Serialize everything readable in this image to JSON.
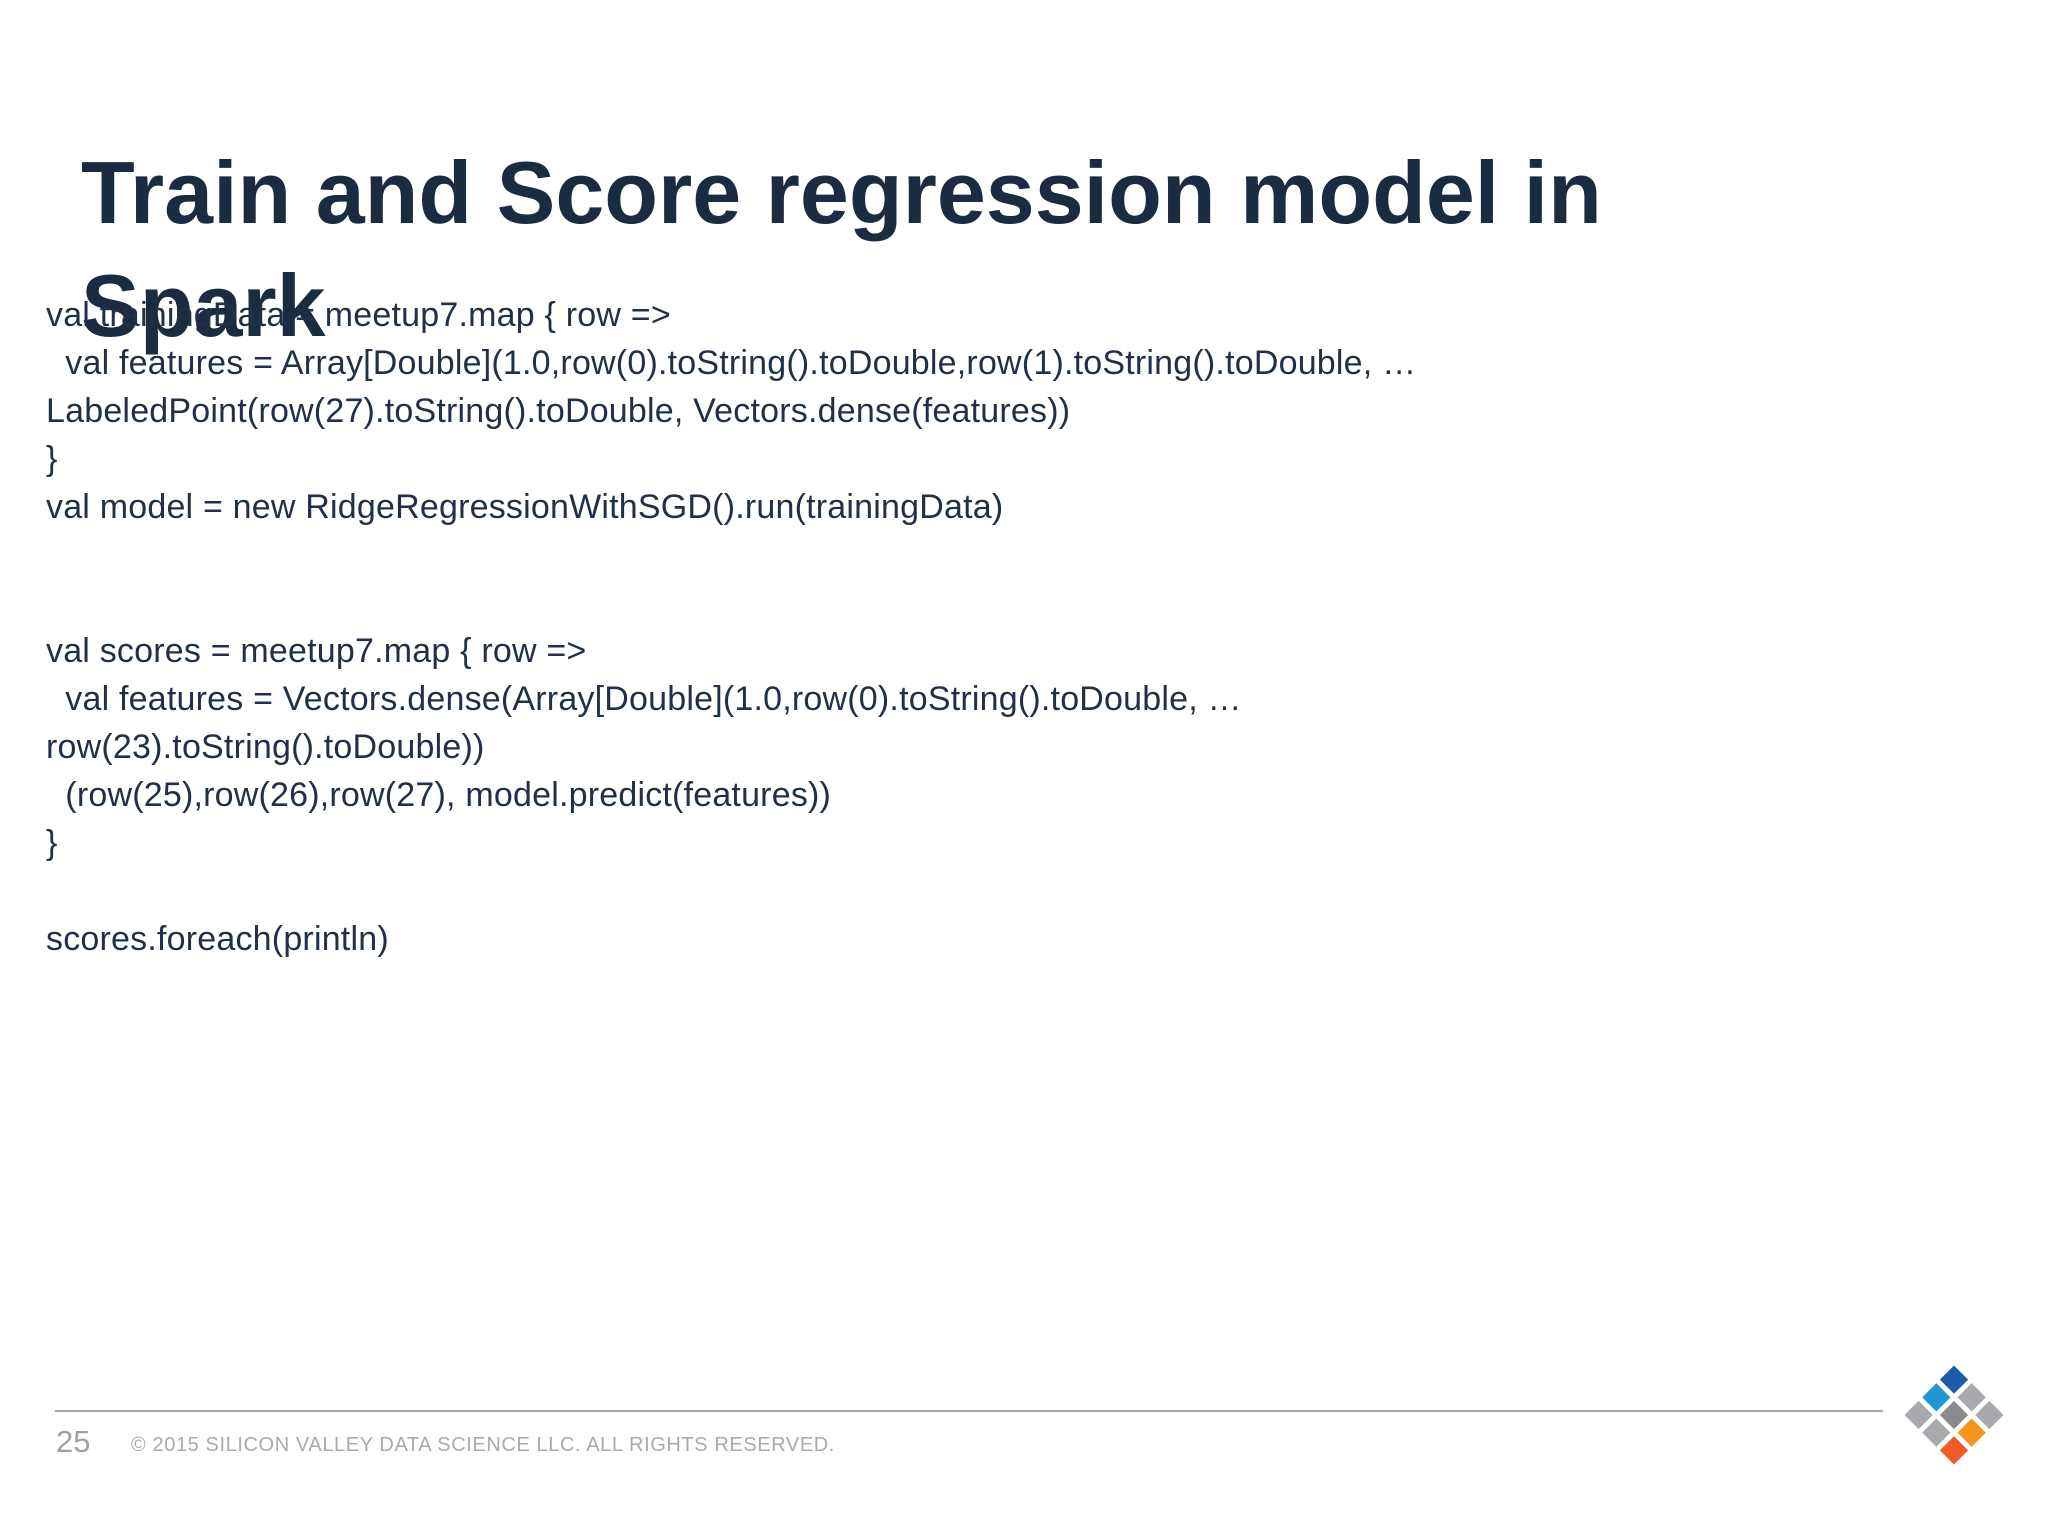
{
  "slide": {
    "title": {
      "line1": "Train and Score regression model in",
      "line2": "Spark"
    },
    "code_lines": [
      "val trainingData = meetup7.map { row =>",
      "  val features = Array[Double](1.0,row(0).toString().toDouble,row(1).toString().toDouble, …",
      "LabeledPoint(row(27).toString().toDouble, Vectors.dense(features))",
      "}",
      "val model = new RidgeRegressionWithSGD().run(trainingData)",
      "",
      "",
      "val scores = meetup7.map { row =>",
      "  val features = Vectors.dense(Array[Double](1.0,row(0).toString().toDouble, …",
      "row(23).toString().toDouble))",
      "  (row(25),row(26),row(27), model.predict(features))",
      "}",
      "",
      "scores.foreach(println)"
    ],
    "footer": {
      "page_number": "25",
      "copyright": "© 2015 SILICON VALLEY DATA SCIENCE LLC. ALL RIGHTS RESERVED."
    },
    "logo": {
      "name": "silicon-valley-data-science-logo",
      "diamond_colors": [
        "#1e5caa",
        "#a7a9ac",
        "#a7a9ac",
        "#2196d3",
        "#898b8e",
        "#f7941e",
        "#a7a9ac",
        "#a7a9ac",
        "#f15a29"
      ]
    },
    "colors": {
      "title_text": "#1b2b42",
      "code_text": "#1f3048",
      "footer_text": "#a8aaad",
      "background": "#ffffff"
    }
  }
}
